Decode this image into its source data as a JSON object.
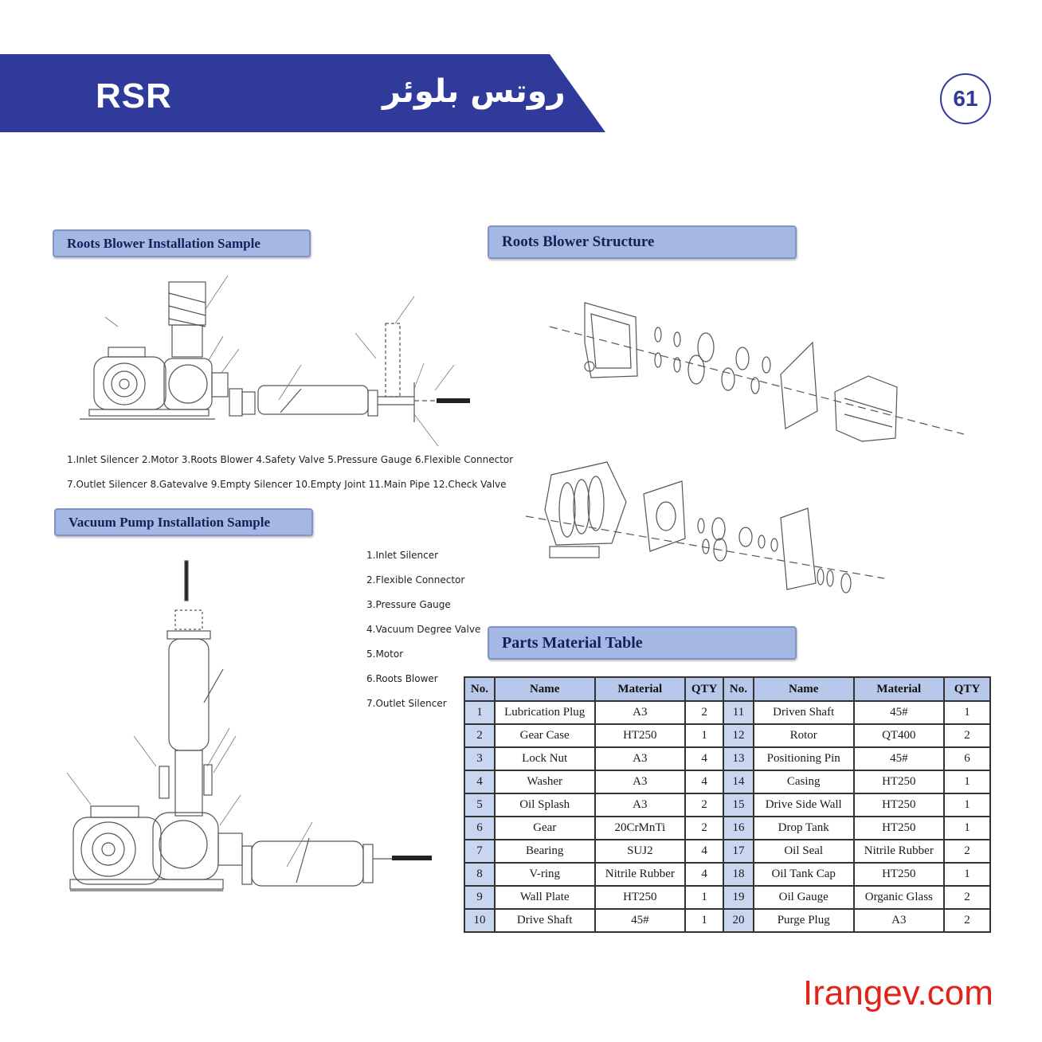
{
  "header": {
    "brand": "RSR",
    "title_fa": "روتس بلوئر",
    "page_number": "61"
  },
  "sections": {
    "roots_install": "Roots Blower Installation Sample",
    "structure": "Roots Blower Structure",
    "vacuum_install": "Vacuum Pump Installation Sample",
    "parts_table": "Parts Material Table"
  },
  "roots_install_caption": {
    "line1": "1.Inlet Silencer 2.Motor 3.Roots Blower 4.Safety Valve 5.Pressure Gauge 6.Flexible Connector",
    "line2": "7.Outlet Silencer 8.Gatevalve 9.Empty Silencer 10.Empty Joint 11.Main Pipe 12.Check Valve"
  },
  "vacuum_list": [
    "1.Inlet Silencer",
    "2.Flexible Connector",
    "3.Pressure Gauge",
    "4.Vacuum Degree Valve",
    "5.Motor",
    "6.Roots Blower",
    "7.Outlet Silencer"
  ],
  "table": {
    "headers": [
      "No.",
      "Name",
      "Material",
      "QTY",
      "No.",
      "Name",
      "Material",
      "QTY"
    ],
    "rows": [
      [
        "1",
        "Lubrication Plug",
        "A3",
        "2",
        "11",
        "Driven Shaft",
        "45#",
        "1"
      ],
      [
        "2",
        "Gear Case",
        "HT250",
        "1",
        "12",
        "Rotor",
        "QT400",
        "2"
      ],
      [
        "3",
        "Lock Nut",
        "A3",
        "4",
        "13",
        "Positioning Pin",
        "45#",
        "6"
      ],
      [
        "4",
        "Washer",
        "A3",
        "4",
        "14",
        "Casing",
        "HT250",
        "1"
      ],
      [
        "5",
        "Oil Splash",
        "A3",
        "2",
        "15",
        "Drive Side Wall",
        "HT250",
        "1"
      ],
      [
        "6",
        "Gear",
        "20CrMnTi",
        "2",
        "16",
        "Drop Tank",
        "HT250",
        "1"
      ],
      [
        "7",
        "Bearing",
        "SUJ2",
        "4",
        "17",
        "Oil Seal",
        "Nitrile Rubber",
        "2"
      ],
      [
        "8",
        "V-ring",
        "Nitrile Rubber",
        "4",
        "18",
        "Oil Tank Cap",
        "HT250",
        "1"
      ],
      [
        "9",
        "Wall Plate",
        "HT250",
        "1",
        "19",
        "Oil Gauge",
        "Organic Glass",
        "2"
      ],
      [
        "10",
        "Drive Shaft",
        "45#",
        "1",
        "20",
        "Purge Plug",
        "A3",
        "2"
      ]
    ]
  },
  "footer": {
    "website": "Irangev.com"
  },
  "colors": {
    "banner": "#2f3a9b",
    "section_bg": "#a5b7e3",
    "table_header": "#b8c8ea",
    "footer_text": "#e2231a"
  }
}
